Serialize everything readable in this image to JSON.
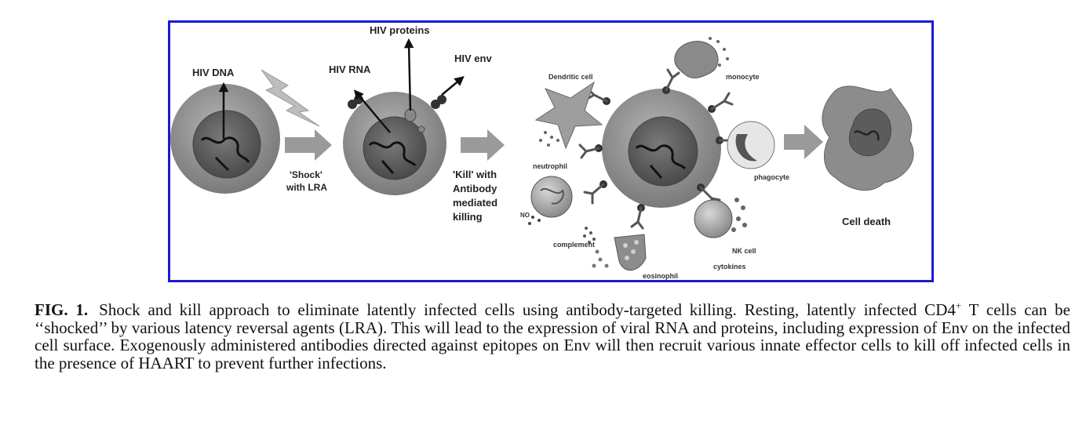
{
  "figure": {
    "labels": {
      "hiv_dna": "HIV DNA",
      "hiv_rna": "HIV RNA",
      "hiv_proteins": "HIV proteins",
      "hiv_env": "HIV env",
      "shock_line1": "'Shock'",
      "shock_line2": "with LRA",
      "kill_line1": "'Kill' with",
      "kill_line2": "Antibody",
      "kill_line3": "mediated",
      "kill_line4": "killing",
      "dendritic_cell": "Dendritic cell",
      "monocyte": "monocyte",
      "neutrophil": "neutrophil",
      "no": "NO",
      "complement": "complement",
      "eosinophil": "eosinophil",
      "nk_cell": "NK cell",
      "cytokines": "cytokines",
      "phagocyte": "phagocyte",
      "cell_death": "Cell death"
    },
    "colors": {
      "frame_border": "#1a1ad6",
      "cell_fill": "#8c8c8c",
      "nucleus_fill": "#5e5e5e",
      "arrow_fill": "#9a9a9a"
    }
  },
  "caption": {
    "label": "FIG. 1.",
    "text_part1": "Shock and kill approach to eliminate latently infected cells using antibody-targeted killing. Resting, latently infected CD4",
    "superscript": "+",
    "text_part2": " T cells can be ‘‘shocked’’ by various latency reversal agents (LRA). This will lead to the expression of viral RNA and proteins, including expression of Env on the infected cell surface. Exogenously administered antibodies directed against epitopes on Env will then recruit various innate effector cells to kill off infected cells in the presence of HAART to prevent further infections."
  }
}
